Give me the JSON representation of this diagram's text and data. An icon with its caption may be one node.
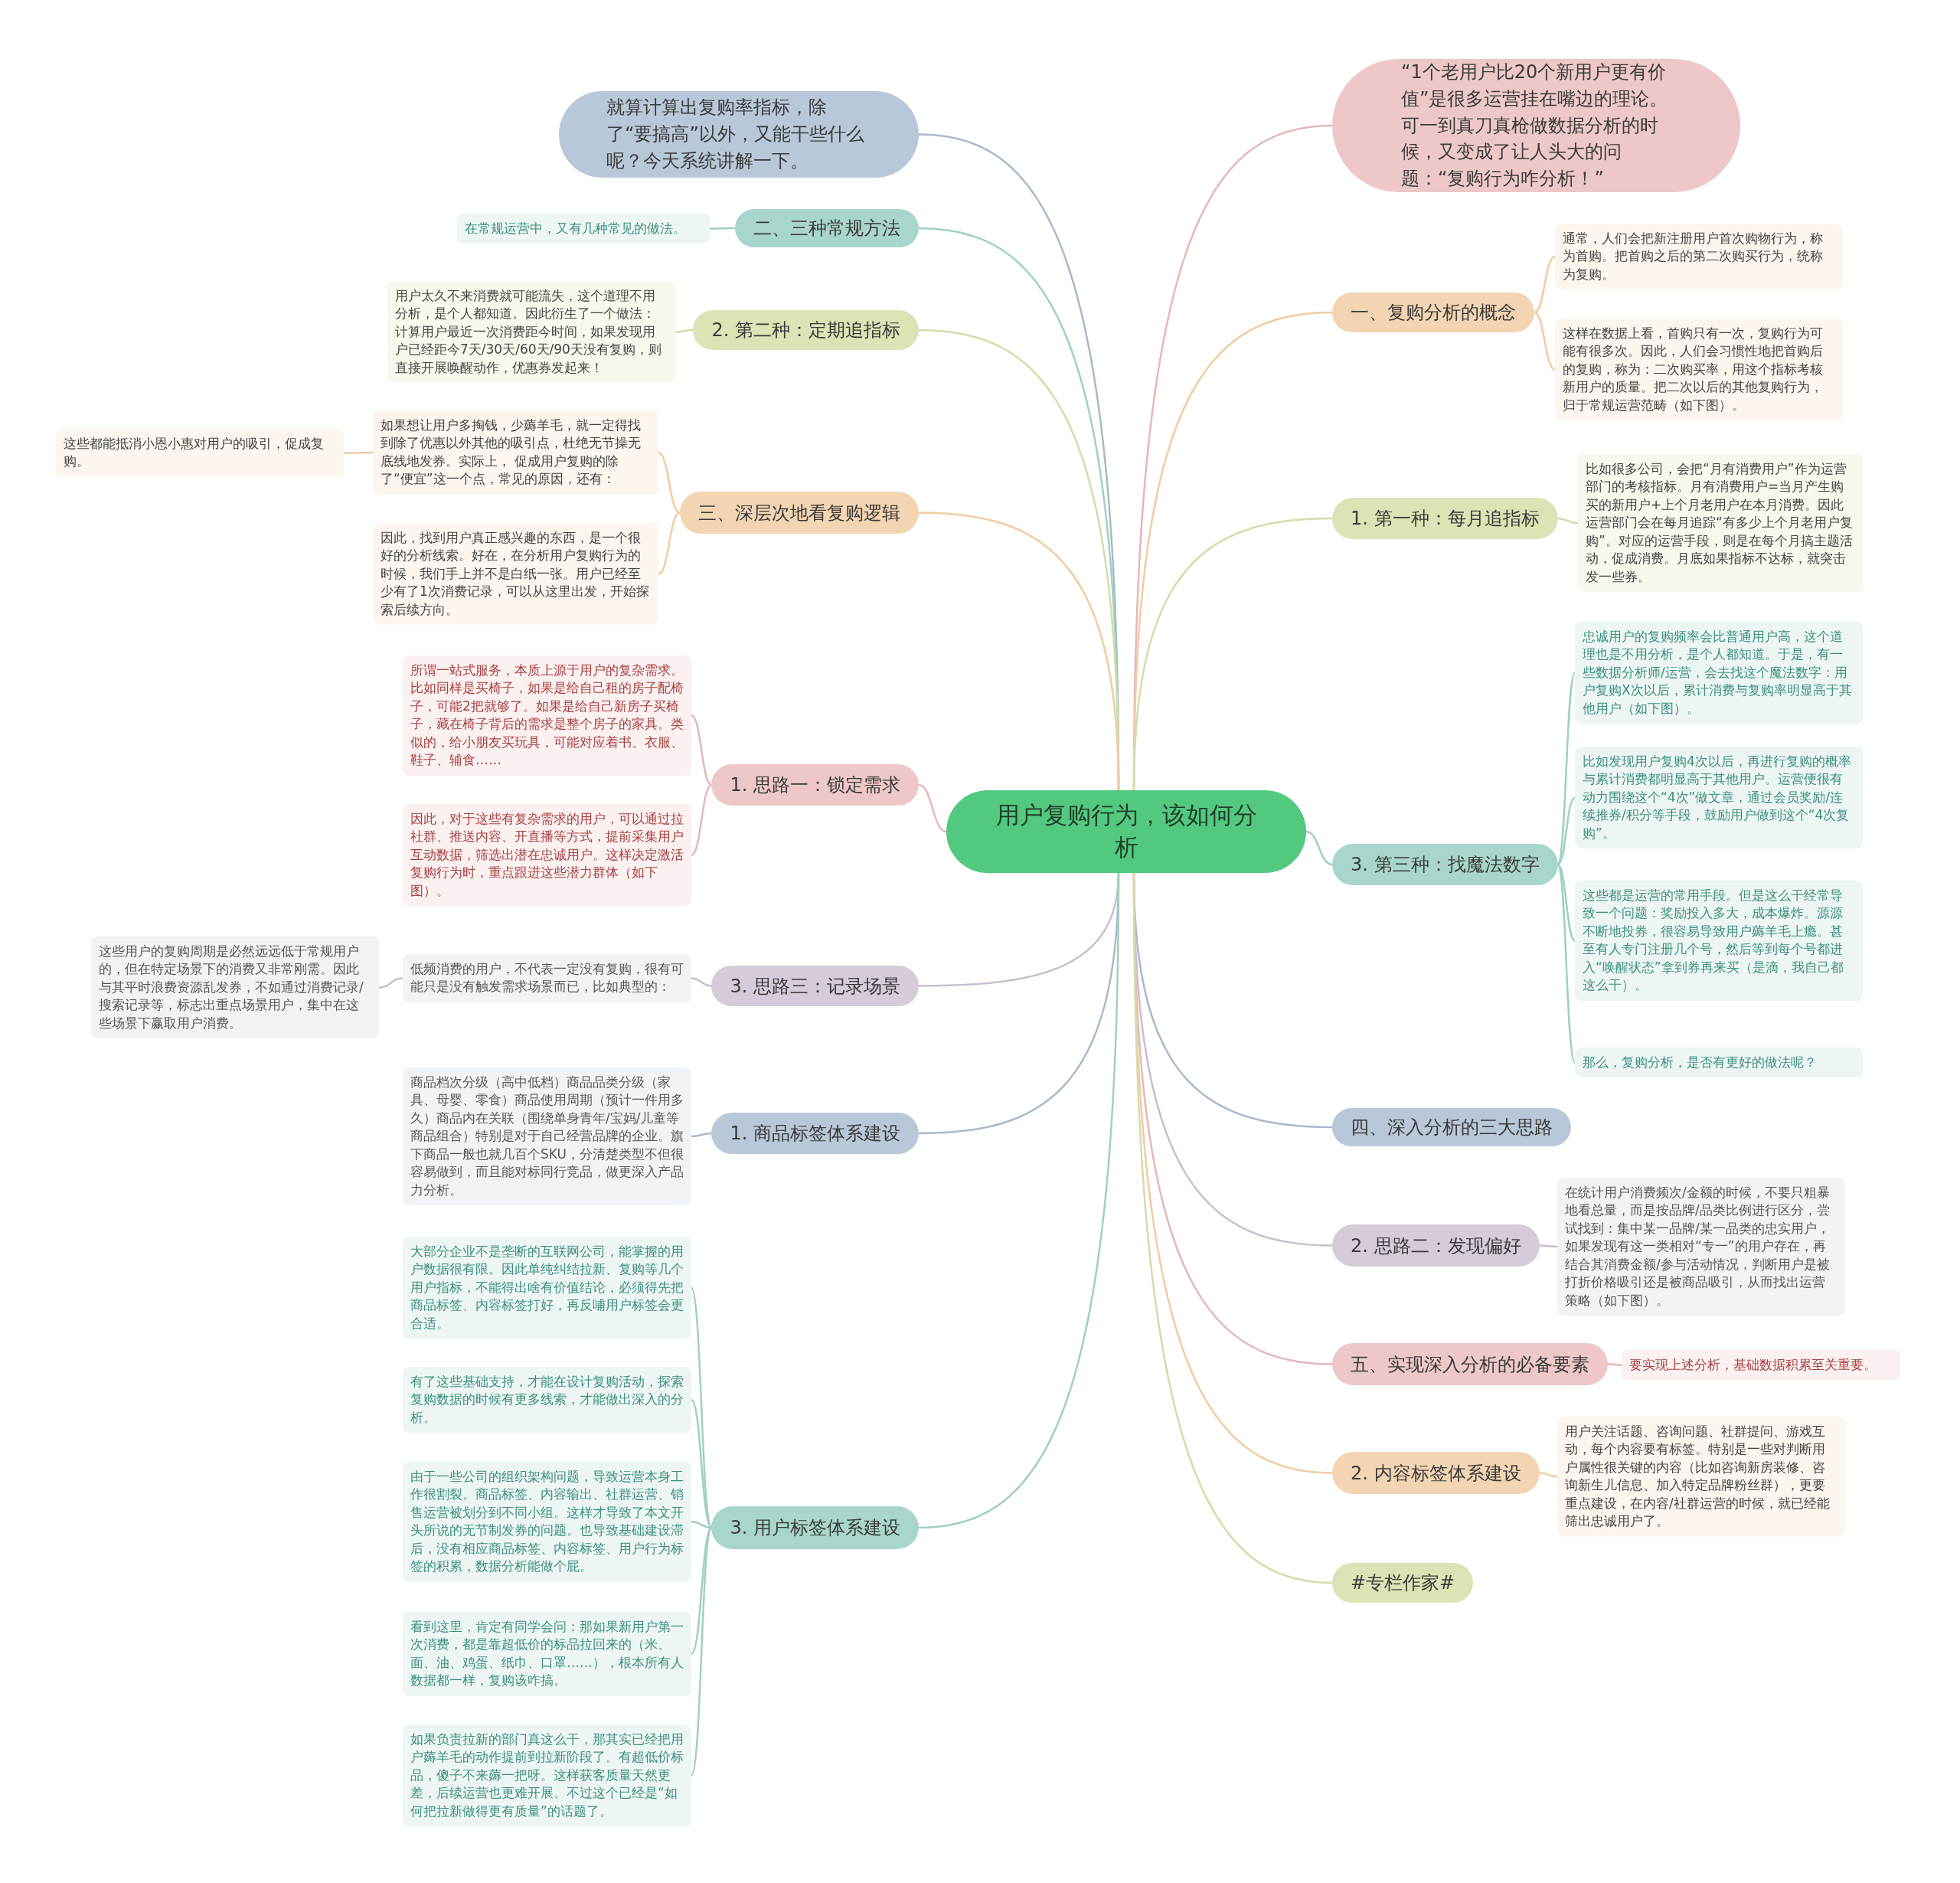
{
  "diagram": {
    "nodes": [
      {
        "text": [
          "用户复购行为，该如何分析"
        ]
      },
      {
        "text": [
          "就算计算出复购率指标，除了“要搞高”以外，又能干些什么呢？今天系统讲解一下。"
        ]
      },
      {
        "text": [
          "二、三种常规方法"
        ]
      },
      {
        "text": [
          "在常规运营中，又有几种常见的做法。"
        ]
      },
      {
        "text": [
          "2. 第二种：定期追指标"
        ]
      },
      {
        "text": [
          "用户太久不来消费就可能流失，这个道理不用分析，是个人都知道。因此衍生了一个做法：计算用户最近一次消费距今时间，如果发现用户已经距今7天/30天/60天/90天没有复购，则直接开展唤醒动作，优惠券发起来！"
        ]
      },
      {
        "text": [
          "三、深层次地看复购逻辑"
        ]
      },
      {
        "text": [
          "如果想让用户多掏钱，少薅羊毛，就一定得找到除了优惠以外其他的吸引点，杜绝无节操无底线地发券。实际上， 促成用户复购的除了“便宜”这一个点，常见的原因，还有："
        ]
      },
      {
        "text": [
          "这些都能抵消小恩小惠对用户的吸引，促成复购。"
        ]
      },
      {
        "text": [
          "因此，找到用户真正感兴趣的东西，是一个很好的分析线索。好在，在分析用户复购行为的时候，我们手上并不是白纸一张。用户已经至少有了1次消费记录，可以从这里出发，开始探索后续方向。"
        ]
      },
      {
        "text": [
          "1. 思路一：锁定需求"
        ]
      },
      {
        "text": [
          "所谓一站式服务，本质上源于用户的复杂需求。比如同样是买椅子，如果是给自己租的房子配椅子，可能2把就够了。如果是给自己新房子买椅子，藏在椅子背后的需求是整个房子的家具。类似的，给小朋友买玩具，可能对应着书、衣服、鞋子、辅食……"
        ]
      },
      {
        "text": [
          "因此，对于这些有复杂需求的用户，可以通过拉社群、推送内容、开直播等方式，提前采集用户互动数据，筛选出潜在忠诚用户。这样决定激活复购行为时，重点跟进这些潜力群体（如下图）。"
        ]
      },
      {
        "text": [
          "3. 思路三：记录场景"
        ]
      },
      {
        "text": [
          "低频消费的用户，不代表一定没有复购，很有可能只是没有触发需求场景而已，比如典型的："
        ]
      },
      {
        "text": [
          "这些用户的复购周期是必然远远低于常规用户的，但在特定场景下的消费又非常刚需。因此与其平时浪费资源乱发券，不如通过消费记录/搜索记录等，标志出重点场景用户，集中在这些场景下赢取用户消费。"
        ]
      },
      {
        "text": [
          "1. 商品标签体系建设"
        ]
      },
      {
        "text": [
          "商品档次分级（高中低档）商品品类分级（家具、母婴、零食）商品使用周期（预计一件用多久）商品内在关联（围绕单身青年/宝妈/儿童等商品组合）特别是对于自己经营品牌的企业。旗下商品一般也就几百个SKU，分清楚类型不但很容易做到，而且能对标同行竞品，做更深入产品力分析。"
        ]
      },
      {
        "text": [
          "3. 用户标签体系建设"
        ]
      },
      {
        "text": [
          "大部分企业不是垄断的互联网公司，能掌握的用户数据很有限。因此单纯纠结拉新、复购等几个用户指标，不能得出啥有价值结论，必须得先把商品标签、内容标签打好，再反哺用户标签会更合适。"
        ]
      },
      {
        "text": [
          "有了这些基础支持，才能在设计复购活动，探索复购数据的时候有更多线索，才能做出深入的分析。"
        ]
      },
      {
        "text": [
          "由于一些公司的组织架构问题，导致运营本身工作很割裂。商品标签、内容输出、社群运营、销售运营被划分到不同小组。这样才导致了本文开头所说的无节制发券的问题。也导致基础建设滞后，没有相应商品标签、内容标签、用户行为标签的积累，数据分析能做个屁。"
        ]
      },
      {
        "text": [
          "看到这里，肯定有同学会问：那如果新用户第一次消费，都是靠超低价的标品拉回来的（米、面、油、鸡蛋、纸巾、口罩……），根本所有人数据都一样，复购该咋搞。"
        ]
      },
      {
        "text": [
          "如果负责拉新的部门真这么干，那其实已经把用户薅羊毛的动作提前到拉新阶段了。有超低价标品，傻子不来薅一把呀。这样获客质量天然更差，后续运营也更难开展。不过这个已经是“如何把拉新做得更有质量”的话题了。"
        ]
      },
      {
        "text": [
          "“1个老用户比20个新用户更有价值”是很多运营挂在嘴边的理论。可一到真刀真枪做数据分析的时候，又变成了让人头大的问题：“复购行为咋分析！”"
        ]
      },
      {
        "text": [
          "一、复购分析的概念"
        ]
      },
      {
        "text": [
          "通常，人们会把新注册用户首次购物行为，称为首购。把首购之后的第二次购买行为，统称为复购。"
        ]
      },
      {
        "text": [
          "这样在数据上看，首购只有一次，复购行为可能有很多次。因此，人们会习惯性地把首购后的复购，称为：二次购买率，用这个指标考核新用户的质量。把二次以后的其他复购行为，归于常规运营范畴（如下图）。"
        ]
      },
      {
        "text": [
          "1. 第一种：每月追指标"
        ]
      },
      {
        "text": [
          "比如很多公司，会把“月有消费用户”作为运营部门的考核指标。月有消费用户=当月产生购买的新用户+上个月老用户在本月消费。因此运营部门会在每月追踪“有多少上个月老用户复购”。对应的运营手段，则是在每个月搞主题活动，促成消费。月底如果指标不达标，就突击发一些券。"
        ]
      },
      {
        "text": [
          "3. 第三种：找魔法数字"
        ]
      },
      {
        "text": [
          "忠诚用户的复购频率会比普通用户高，这个道理也是不用分析，是个人都知道。于是，有一些数据分析师/运营，会去找这个魔法数字：用户复购X次以后，累计消费与复购率明显高于其他用户（如下图）。"
        ]
      },
      {
        "text": [
          "比如发现用户复购4次以后，再进行复购的概率与累计消费都明显高于其他用户。运营便很有动力围绕这个“4次”做文章，通过会员奖励/连续推券/积分等手段，鼓励用户做到这个“4次复购”。"
        ]
      },
      {
        "text": [
          "这些都是运营的常用手段。但是这么干经常导致一个问题：奖励投入多大，成本爆炸。源源不断地投券，很容易导致用户薅羊毛上瘾。甚至有人专门注册几个号，然后等到每个号都进入“唤醒状态”拿到券再来买（是滴，我自己都这么干）。"
        ]
      },
      {
        "text": [
          "那么，复购分析，是否有更好的做法呢？"
        ]
      },
      {
        "text": [
          "四、深入分析的三大思路"
        ]
      },
      {
        "text": [
          "2. 思路二：发现偏好"
        ]
      },
      {
        "text": [
          "在统计用户消费频次/金额的时候，不要只粗暴地看总量，而是按品牌/品类比例进行区分，尝试找到：集中某一品牌/某一品类的忠实用户，如果发现有这一类相对“专一”的用户存在，再结合其消费金额/参与活动情况，判断用户是被打折价格吸引还是被商品吸引，从而找出运营策略（如下图）。"
        ]
      },
      {
        "text": [
          "五、实现深入分析的必备要素"
        ]
      },
      {
        "text": [
          "要实现上述分析，基础数据积累至关重要。"
        ]
      },
      {
        "text": [
          "2. 内容标签体系建设"
        ]
      },
      {
        "text": [
          "用户关注话题、咨询问题、社群提问、游戏互动，每个内容要有标签。特别是一些对判断用户属性很关键的内容（比如咨询新房装修、咨询新生儿信息、加入特定品牌粉丝群），更要重点建设，在内容/社群运营的时候，就已经能筛出忠诚用户了。"
        ]
      },
      {
        "text": [
          "#专栏作家#"
        ]
      }
    ],
    "edges": [
      {
        "from": 0,
        "to": 1,
        "arrow": "none",
        "color": "#a9b9cc"
      },
      {
        "from": 0,
        "to": 2,
        "arrow": "none",
        "color": "#9fd0c4"
      },
      {
        "from": 0,
        "to": 4,
        "arrow": "none",
        "color": "#d5dca8"
      },
      {
        "from": 0,
        "to": 6,
        "arrow": "none",
        "color": "#efcca3"
      },
      {
        "from": 0,
        "to": 10,
        "arrow": "none",
        "color": "#e4b8b8"
      },
      {
        "from": 0,
        "to": 13,
        "arrow": "none",
        "color": "#cbbdd0"
      },
      {
        "from": 0,
        "to": 16,
        "arrow": "none",
        "color": "#a9b9cc"
      },
      {
        "from": 0,
        "to": 18,
        "arrow": "none",
        "color": "#9fd0c4"
      },
      {
        "from": 0,
        "to": 24,
        "arrow": "none",
        "color": "#e4b8b8"
      },
      {
        "from": 0,
        "to": 25,
        "arrow": "none",
        "color": "#efcca3"
      },
      {
        "from": 0,
        "to": 28,
        "arrow": "none",
        "color": "#d5dca8"
      },
      {
        "from": 0,
        "to": 30,
        "arrow": "none",
        "color": "#9fd0c4"
      },
      {
        "from": 0,
        "to": 35,
        "arrow": "none",
        "color": "#a9b9cc"
      },
      {
        "from": 0,
        "to": 36,
        "arrow": "none",
        "color": "#cbbdd0"
      },
      {
        "from": 0,
        "to": 38,
        "arrow": "none",
        "color": "#e4b8b8"
      },
      {
        "from": 0,
        "to": 40,
        "arrow": "none",
        "color": "#efcca3"
      },
      {
        "from": 0,
        "to": 42,
        "arrow": "none",
        "color": "#d5dca8"
      },
      {
        "from": 2,
        "to": 3,
        "arrow": "none",
        "color": "#9fd0c4"
      },
      {
        "from": 4,
        "to": 5,
        "arrow": "none",
        "color": "#d5dca8"
      },
      {
        "from": 6,
        "to": 7,
        "arrow": "none",
        "color": "#efcca3"
      },
      {
        "from": 6,
        "to": 9,
        "arrow": "none",
        "color": "#efcca3"
      },
      {
        "from": 7,
        "to": 8,
        "arrow": "none",
        "color": "#efcca3"
      },
      {
        "from": 10,
        "to": 11,
        "arrow": "none",
        "color": "#e4b8b8"
      },
      {
        "from": 10,
        "to": 12,
        "arrow": "none",
        "color": "#e4b8b8"
      },
      {
        "from": 13,
        "to": 14,
        "arrow": "none",
        "color": "#cbbdd0"
      },
      {
        "from": 14,
        "to": 15,
        "arrow": "none",
        "color": "#cbbdd0"
      },
      {
        "from": 16,
        "to": 17,
        "arrow": "none",
        "color": "#a9b9cc"
      },
      {
        "from": 18,
        "to": 19,
        "arrow": "none",
        "color": "#9fd0c4"
      },
      {
        "from": 18,
        "to": 20,
        "arrow": "none",
        "color": "#9fd0c4"
      },
      {
        "from": 18,
        "to": 21,
        "arrow": "none",
        "color": "#9fd0c4"
      },
      {
        "from": 18,
        "to": 22,
        "arrow": "none",
        "color": "#9fd0c4"
      },
      {
        "from": 18,
        "to": 23,
        "arrow": "none",
        "color": "#9fd0c4"
      },
      {
        "from": 25,
        "to": 26,
        "arrow": "none",
        "color": "#efcca3"
      },
      {
        "from": 25,
        "to": 27,
        "arrow": "none",
        "color": "#efcca3"
      },
      {
        "from": 28,
        "to": 29,
        "arrow": "none",
        "color": "#d5dca8"
      },
      {
        "from": 30,
        "to": 31,
        "arrow": "none",
        "color": "#9fd0c4"
      },
      {
        "from": 30,
        "to": 32,
        "arrow": "none",
        "color": "#9fd0c4"
      },
      {
        "from": 30,
        "to": 33,
        "arrow": "none",
        "color": "#9fd0c4"
      },
      {
        "from": 30,
        "to": 34,
        "arrow": "none",
        "color": "#9fd0c4"
      },
      {
        "from": 36,
        "to": 37,
        "arrow": "none",
        "color": "#cbbdd0"
      },
      {
        "from": 38,
        "to": 39,
        "arrow": "none",
        "color": "#e4b8b8"
      },
      {
        "from": 40,
        "to": 41,
        "arrow": "none",
        "color": "#efcca3"
      }
    ]
  }
}
